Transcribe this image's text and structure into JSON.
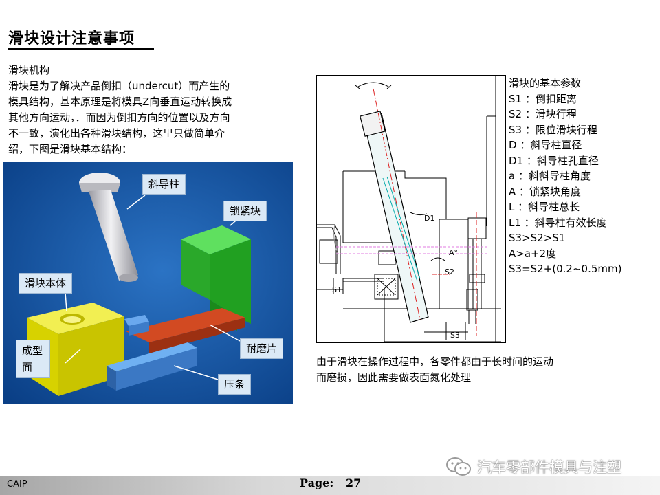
{
  "title": "滑块设计注意事项",
  "intro": {
    "lines": [
      "滑块机构",
      "滑块是为了解决产品倒扣（undercut）而产生的",
      "模具结构，基本原理是将模具Z向垂直运动转换成",
      "其他方向运动，．而因为倒扣方向的位置以及方向",
      "不一致，演化出各种滑块结构，这里只做简单介",
      "绍，下图是滑块基本结构："
    ]
  },
  "callouts": {
    "angle_pin": "斜导柱",
    "locking_block": "锁紧块",
    "slider_body": "滑块本体",
    "molding_face": "成型\n面",
    "wear_plate": "耐磨片",
    "gib": "压条"
  },
  "diagram_labels": {
    "s1": "S1",
    "s2": "S2",
    "s3": "S3",
    "d1": "D1",
    "a_prime": "A°"
  },
  "params": {
    "lines": [
      "滑块的基本参数",
      "S1 ：倒扣距离",
      "S2 ：滑块行程",
      "S3 ：限位滑块行程",
      "D  ：斜导柱直径",
      "D1 ：斜导柱孔直径",
      "a   ：斜斜导柱角度",
      "A   ：锁紧块角度",
      " L   ：斜导柱总长",
      "L1 ：斜导柱有效长度",
      " S3>S2>S1",
      " A>a+2度",
      "S3=S2+(0.2~0.5mm)"
    ]
  },
  "note": {
    "lines": [
      "由于滑块在操作过程中，各零件都由于长时间的运动",
      "而磨损，因此需要做表面氮化处理"
    ]
  },
  "watermark": "汽车零部件模具与注塑",
  "footer": {
    "left": "CAIP",
    "page_label": "Page:",
    "page_number": "27"
  },
  "colors": {
    "scene_bg": "#0e56a8",
    "slider": "#e3e000",
    "lock": "#2db52d",
    "wear": "#c8401a",
    "gib": "#4d8fd6",
    "pin": "#d9d9dc",
    "callout_bg": "#dbe9f6"
  }
}
